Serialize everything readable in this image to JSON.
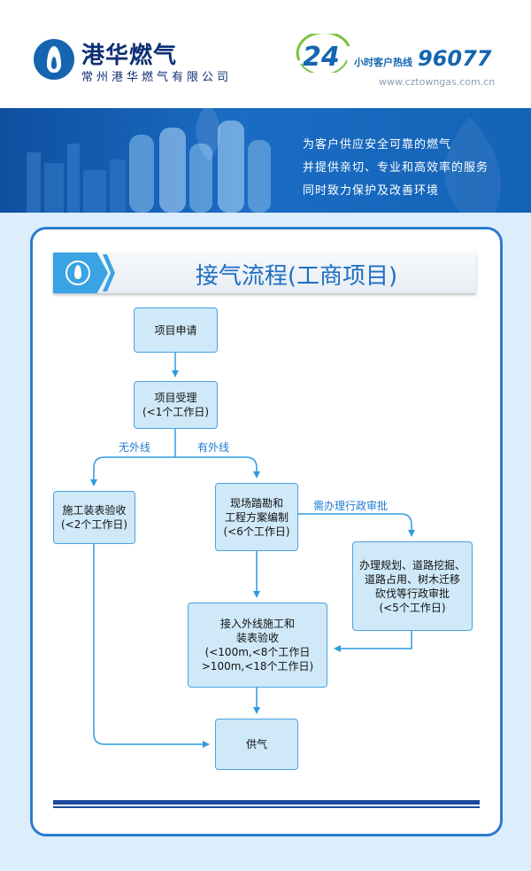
{
  "header": {
    "brand_name": "港华燃气",
    "brand_sub": "常州港华燃气有限公司",
    "hotline_24": "24",
    "hotline_label": "小时客户热线",
    "hotline_number": "96077",
    "website": "www.cztowngas.com.cn"
  },
  "banner": {
    "slogans": [
      "为客户供应安全可靠的燃气",
      "并提供亲切、专业和高效率的服务",
      "同时致力保护及改善环境"
    ]
  },
  "title": "接气流程(工商项目)",
  "flow": {
    "nodes": {
      "apply": "项目申请",
      "accept": "项目受理\n(<1个工作日)",
      "no_outer": "施工装表验收\n(<2个工作日)",
      "survey": "现场踏勘和\n工程方案编制\n(<6个工作日)",
      "admin": "办理规划、道路挖掘、\n道路占用、树木迁移\n砍伐等行政审批\n(<5个工作日)",
      "build": "接入外线施工和\n装表验收\n(<100m,<8个工作日\n>100m,<18个工作日)",
      "supply": "供气"
    },
    "edge_labels": {
      "no_outer_line": "无外线",
      "has_outer_line": "有外线",
      "need_admin": "需办理行政审批"
    }
  },
  "colors": {
    "brand_navy": "#0d2f74",
    "accent_blue": "#1f6fc2",
    "node_fill": "#cfe9f8",
    "node_border": "#4aa3e0",
    "arrow": "#2f9be0"
  }
}
